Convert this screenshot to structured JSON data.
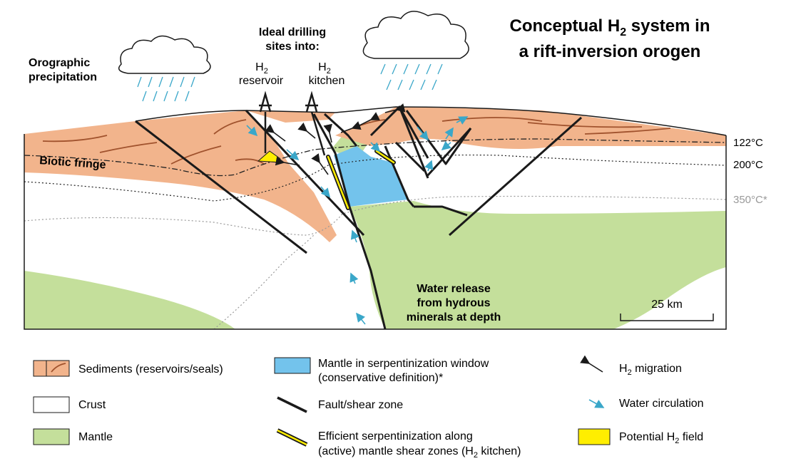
{
  "title": {
    "line1_pre": "Conceptual H",
    "line1_sub": "2",
    "line1_post": " system in",
    "line2": "a rift-inversion orogen"
  },
  "labels": {
    "orographic_1": "Orographic",
    "orographic_2": "precipitation",
    "ideal_1": "Ideal drilling",
    "ideal_2": "sites into:",
    "reservoir_h": "H",
    "reservoir_sub": "2",
    "reservoir_word": "reservoir",
    "kitchen_h": "H",
    "kitchen_sub": "2",
    "kitchen_word": "kitchen",
    "biotic_fringe": "Biotic fringe",
    "temp_122": "122°C",
    "temp_200": "200°C",
    "temp_350": "350°C*",
    "water_1": "Water release",
    "water_2": "from hydrous",
    "water_3": "minerals at depth",
    "scale": "25 km"
  },
  "legend": {
    "sediments": "Sediments (reservoirs/seals)",
    "crust": "Crust",
    "mantle": "Mantle",
    "serp_window_1": "Mantle in serpentinization window",
    "serp_window_2": "(conservative definition)*",
    "fault": "Fault/shear zone",
    "efficient_1": "Efficient serpentinization along",
    "efficient_2_pre": "(active) mantle shear zones (H",
    "efficient_2_sub": "2",
    "efficient_2_post": " kitchen)",
    "h2_migration_pre": "H",
    "h2_migration_sub": "2",
    "h2_migration_post": " migration",
    "water_circulation": "Water circulation",
    "potential_pre": "Potential H",
    "potential_sub": "2",
    "potential_post": " field"
  },
  "colors": {
    "sediment": "#f2b48c",
    "mantle": "#c4df9b",
    "serpentinization": "#73c3ec",
    "h2_field": "#ffee00",
    "water_arrow": "#3aa7c9",
    "fault": "#1a1a1a",
    "sediment_line": "#a0522d"
  }
}
